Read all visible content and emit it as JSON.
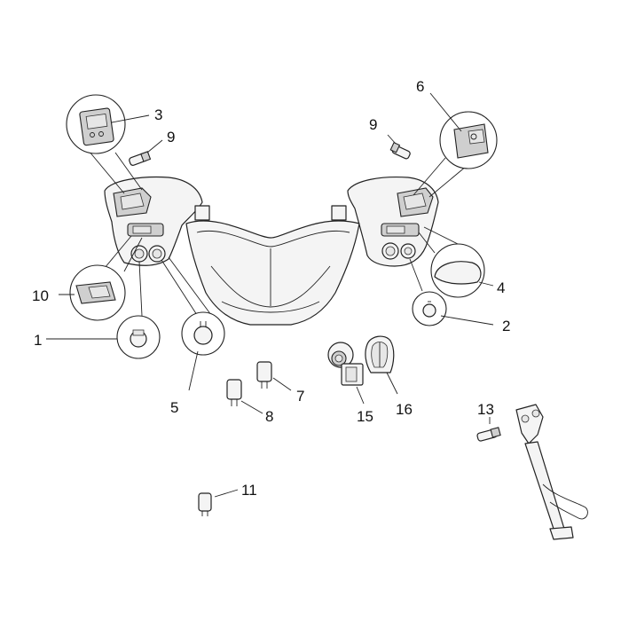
{
  "labels": {
    "p1": "1",
    "p2": "2",
    "p3": "3",
    "p4": "4",
    "p5": "5",
    "p6": "6",
    "p7": "7",
    "p8": "8",
    "p9a": "9",
    "p9b": "9",
    "p10": "10",
    "p11": "11",
    "p13": "13",
    "p15": "15",
    "p16": "16"
  }
}
